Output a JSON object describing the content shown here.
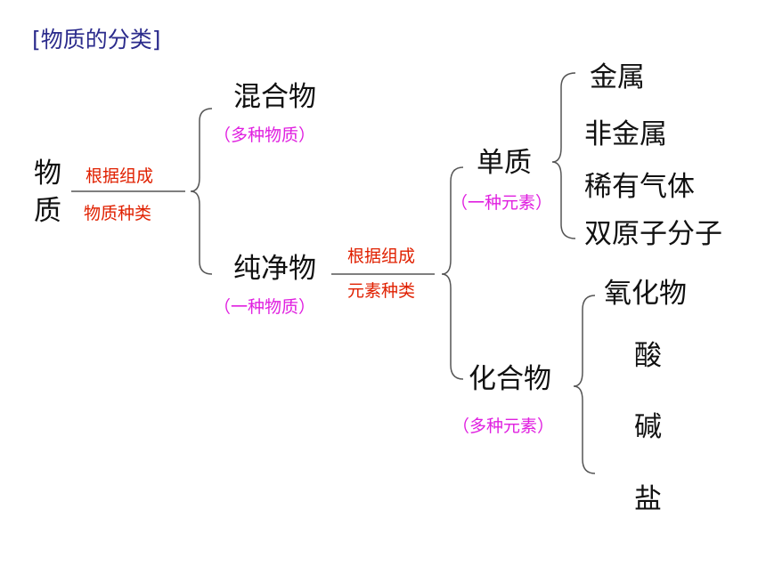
{
  "title": "[物质的分类]",
  "root": {
    "line1": "物",
    "line2": "质"
  },
  "criterion1": {
    "line1": "根据组成",
    "line2": "物质种类"
  },
  "mixture": {
    "label": "混合物",
    "note": "（多种物质）"
  },
  "pure": {
    "label": "纯净物",
    "note": "（一种物质）"
  },
  "criterion2": {
    "line1": "根据组成",
    "line2": "元素种类"
  },
  "element": {
    "label": "单质",
    "note": "（一种元素）"
  },
  "element_types": [
    "金属",
    "非金属",
    "稀有气体",
    "双原子分子"
  ],
  "compound": {
    "label": "化合物",
    "note": "（多种元素）"
  },
  "compound_types": [
    "氧化物",
    "酸",
    "碱",
    "盐"
  ],
  "colors": {
    "title": "#2b2b8c",
    "main_text": "#111111",
    "note": "#e020e0",
    "criterion": "#e02000",
    "lines": "#555555"
  }
}
